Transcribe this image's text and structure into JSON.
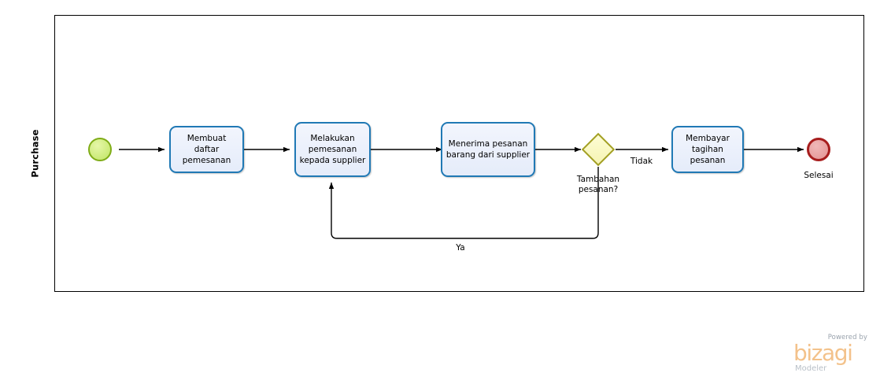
{
  "diagram": {
    "type": "bpmn-process",
    "pool": {
      "lane_label": "Purchase"
    },
    "start_event": {
      "name": "start-event",
      "label": "",
      "fill": "#cbea78",
      "stroke": "#7fac17"
    },
    "end_event": {
      "name": "end-event",
      "label": "Selesai",
      "fill": "#e79d9d",
      "stroke": "#a71d1d"
    },
    "gateway": {
      "name": "exclusive-gateway",
      "label": "Tambahan pesanan?",
      "fill": "#f6f4b4",
      "stroke": "#a3a022"
    },
    "tasks": [
      {
        "id": "task-1",
        "label": "Membuat daftar pemesanan"
      },
      {
        "id": "task-2",
        "label": "Melakukan pemesanan kepada supplier"
      },
      {
        "id": "task-3",
        "label": "Menerima pesanan barang dari supplier"
      },
      {
        "id": "task-4",
        "label": "Membayar tagihan pesanan"
      }
    ],
    "flow_labels": {
      "no_branch": "Tidak",
      "yes_branch": "Ya"
    },
    "task_colors": {
      "fill": "#eaeffb",
      "stroke": "#2079b5"
    }
  },
  "watermark": {
    "powered_by": "Powered by",
    "brand": "bizagi",
    "product": "Modeler"
  }
}
